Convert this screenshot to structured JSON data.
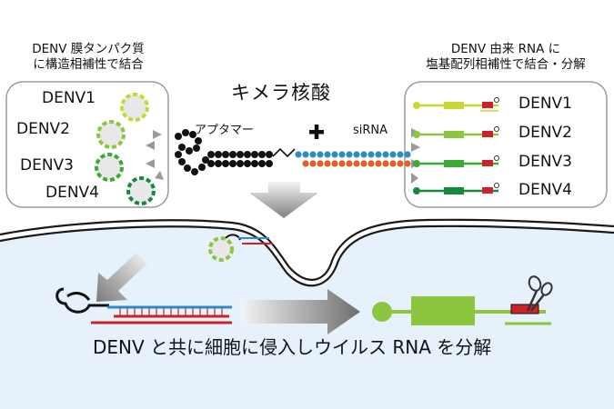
{
  "left_header": [
    "DENV 膜タンパク質",
    "に構造相補性で結合"
  ],
  "right_header": [
    "DENV 由来 RNA に",
    "塩基配列相補性で結合・分解"
  ],
  "center_title": "キメラ核酸",
  "aptamer_label": "アプタマー",
  "plus_sign": "+",
  "sirna_label": "siRNA",
  "serotypes": [
    "DENV1",
    "DENV2",
    "DENV3",
    "DENV4"
  ],
  "bottom_caption": "DENV と共に細胞に侵入しウイルス RNA を分解",
  "colors": {
    "denv1": "#c9d831",
    "denv2": "#8cc63f",
    "denv3": "#3aaa35",
    "denv4": "#138a3c",
    "sirna_top": "#2f8dc6",
    "sirna_bottom": "#e0602c",
    "cell_fill": "#e6f1fb",
    "cleave_red": "#cc2229"
  }
}
